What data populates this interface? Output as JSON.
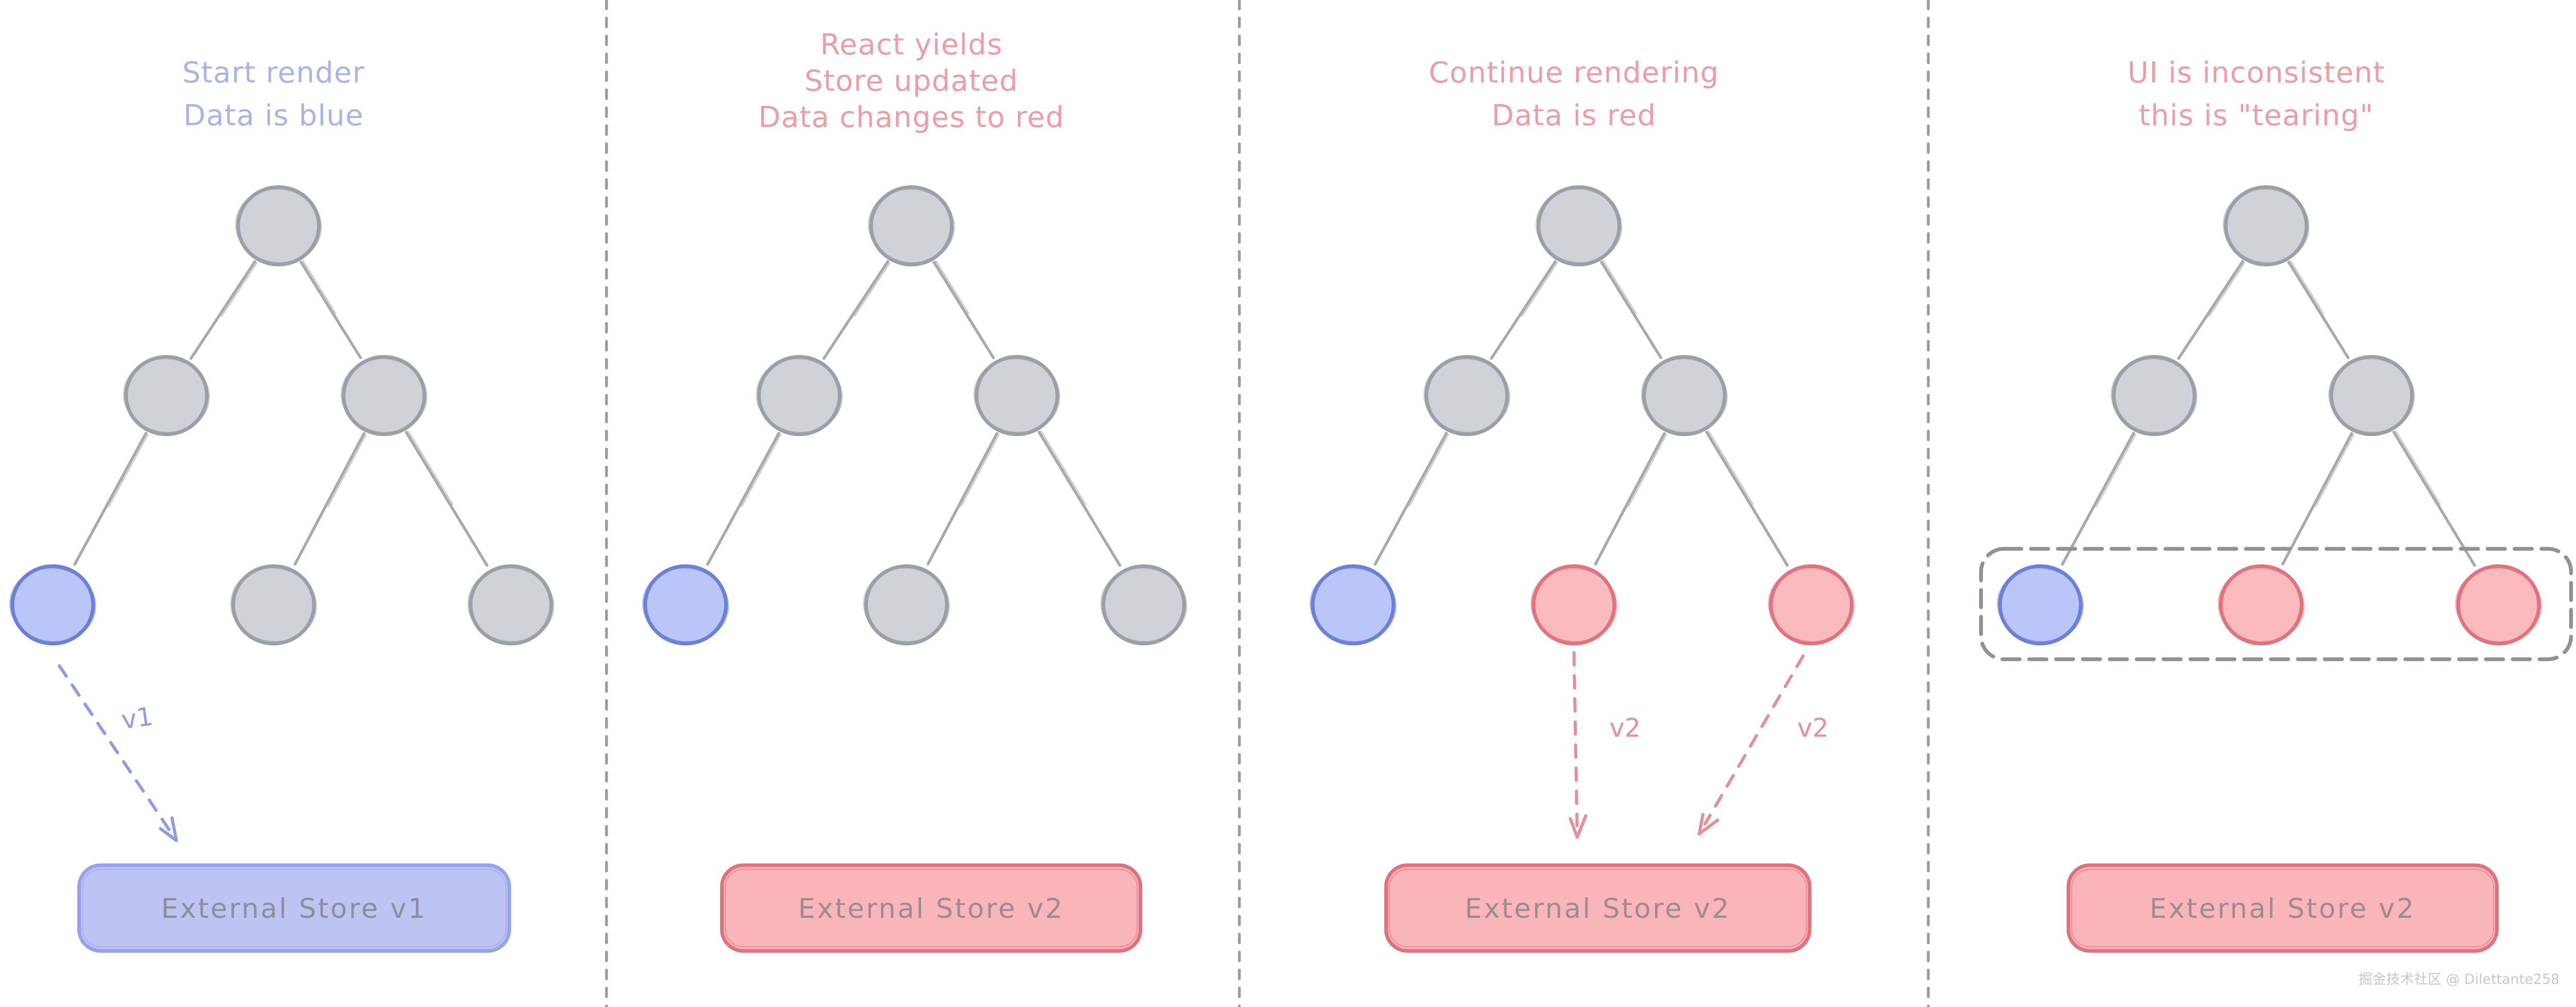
{
  "diagram": {
    "watermark": "掘金技术社区 @ Dilettante258",
    "colors": {
      "background": "#ffffff",
      "divider": "#9b9b9b",
      "edge": "#a6a9ae",
      "title_blue": "#a9b4e8",
      "title_red": "#ec9da5",
      "arrow_blue": "#8f9ce3",
      "arrow_red": "#e58f99",
      "store_text_blue": "#8b8f9a",
      "store_text_red": "#9c8c91",
      "node_gray_fill": "#cfd2d6",
      "node_gray_stroke": "#9ba0a6",
      "node_blue_fill": "#b9c6f7",
      "node_blue_stroke": "#6c80da",
      "node_red_fill": "#f9babd",
      "node_red_stroke": "#e1737d",
      "store_blue_fill": "#bdc4f3",
      "store_blue_stroke": "#98a2ec",
      "store_red_fill": "#f9b5b9",
      "store_red_stroke": "#dd737d",
      "tear_box": "#8e9196",
      "watermark_color": "#c7c7c7"
    },
    "panels": [
      {
        "id": "start-render",
        "title_lines": [
          "Start render",
          "Data is blue"
        ],
        "title_color": "blue",
        "tree": {
          "root": "gray",
          "internal": [
            "gray",
            "gray"
          ],
          "leaves": [
            "blue",
            "gray",
            "gray"
          ]
        },
        "arrows": [
          {
            "from_leaf": 0,
            "label": "v1",
            "variant": "blue"
          }
        ],
        "store": {
          "label": "External Store v1",
          "variant": "blue"
        },
        "tearing_box": false
      },
      {
        "id": "react-yields",
        "title_lines": [
          "React yields",
          "Store updated",
          "Data changes to red"
        ],
        "title_color": "red",
        "tree": {
          "root": "gray",
          "internal": [
            "gray",
            "gray"
          ],
          "leaves": [
            "blue",
            "gray",
            "gray"
          ]
        },
        "arrows": [],
        "store": {
          "label": "External Store v2",
          "variant": "red"
        },
        "tearing_box": false
      },
      {
        "id": "continue-rendering",
        "title_lines": [
          "Continue rendering",
          "Data is red"
        ],
        "title_color": "red",
        "tree": {
          "root": "gray",
          "internal": [
            "gray",
            "gray"
          ],
          "leaves": [
            "blue",
            "red",
            "red"
          ]
        },
        "arrows": [
          {
            "from_leaf": 1,
            "label": "v2",
            "variant": "red"
          },
          {
            "from_leaf": 2,
            "label": "v2",
            "variant": "red"
          }
        ],
        "store": {
          "label": "External Store v2",
          "variant": "red"
        },
        "tearing_box": false
      },
      {
        "id": "ui-inconsistent-tearing",
        "title_lines": [
          "UI is inconsistent",
          "this is \"tearing\""
        ],
        "title_color": "red",
        "tree": {
          "root": "gray",
          "internal": [
            "gray",
            "gray"
          ],
          "leaves": [
            "blue",
            "red",
            "red"
          ]
        },
        "arrows": [],
        "store": {
          "label": "External Store v2",
          "variant": "red"
        },
        "tearing_box": true
      }
    ]
  }
}
